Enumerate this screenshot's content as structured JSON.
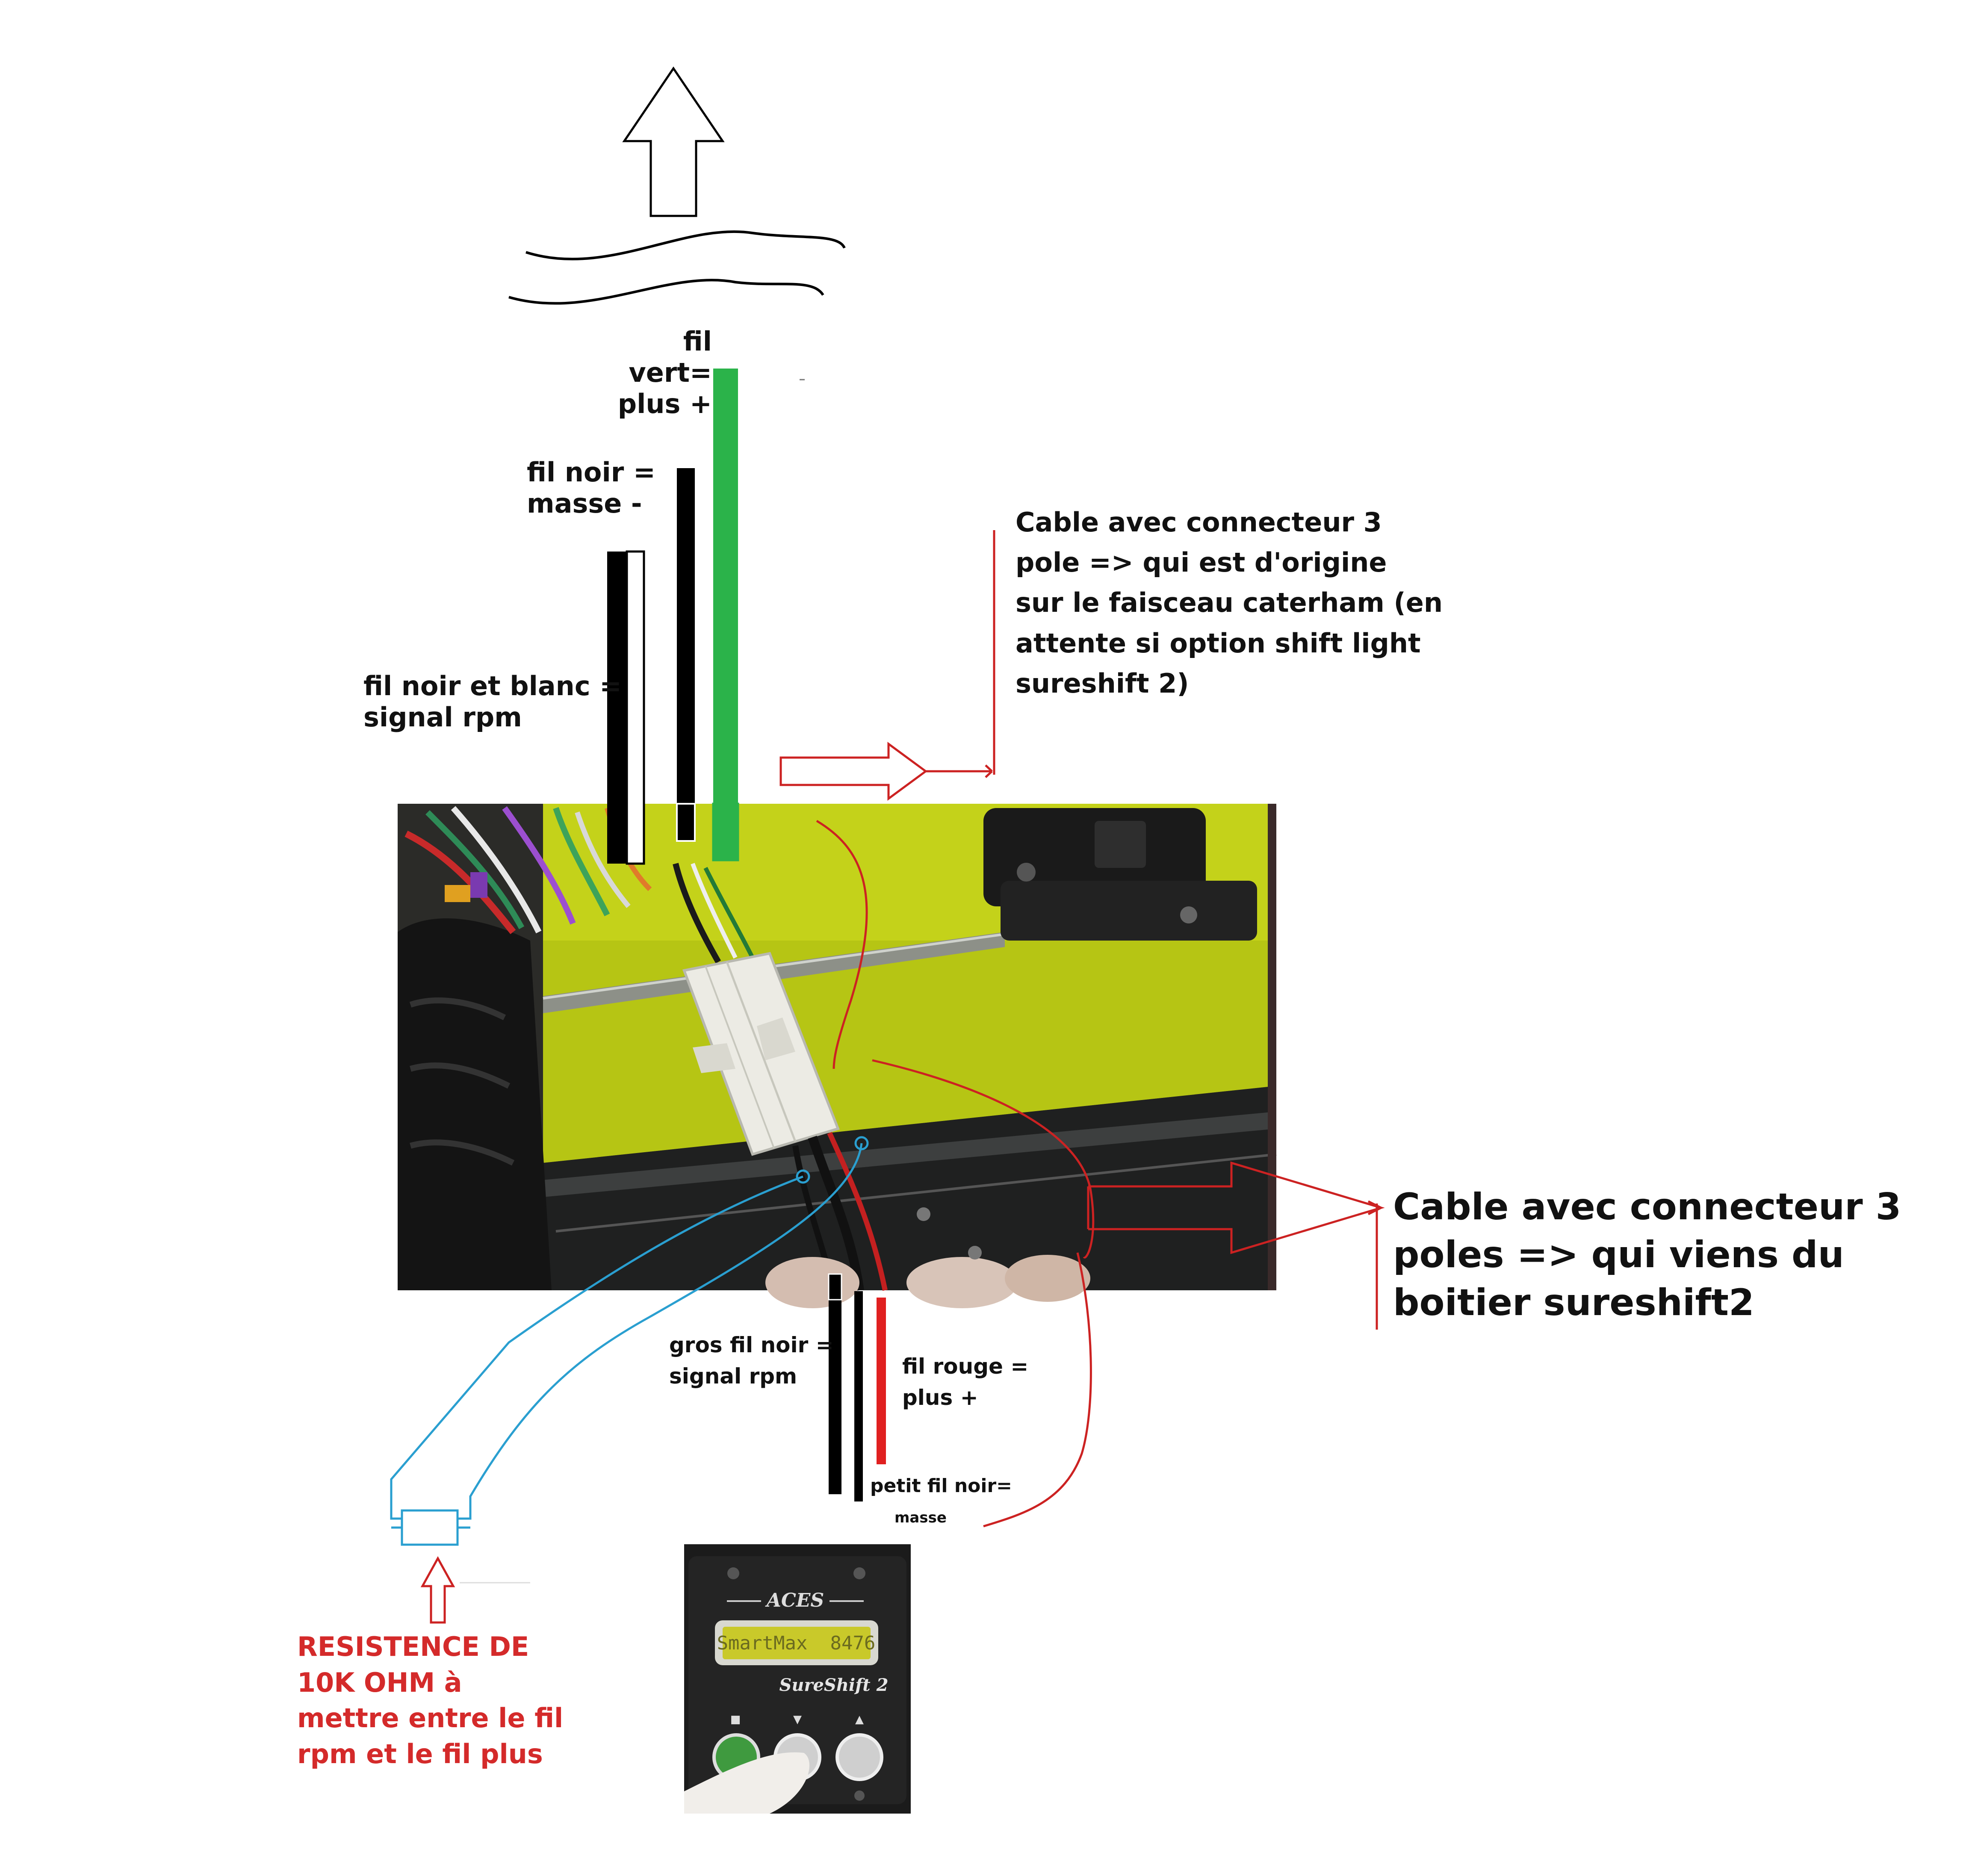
{
  "labels": {
    "green_wire": "fil vert=\nplus +",
    "black_wire": "fil noir =\nmasse -",
    "black_white_wire": "fil noir et blanc =\nsignal rpm",
    "origin_cable": "Cable avec connecteur 3\npole => qui est d'origine\nsur le faisceau caterham (en\nattente si option shift light\nsureshift 2)",
    "sureshift_cable": "Cable avec connecteur 3\npoles => qui viens du\nboitier sureshift2",
    "thick_black_wire": "gros fil noir =\nsignal rpm",
    "red_wire": "fil rouge =\n plus +",
    "thin_black_wire_1": "petit fil noir=",
    "thin_black_wire_2": "masse",
    "resistor_note": "RESISTENCE DE\n10K OHM à\nmettre entre le fil\nrpm et le fil plus"
  },
  "device": {
    "brand": "ACES",
    "lcd_text": "SmartMax  8476",
    "model": "SureShift 2",
    "button_symbols": [
      "■",
      "▼",
      "▲"
    ]
  },
  "colors": {
    "green_wire": "#2bb34a",
    "black_wire": "#000000",
    "red_wire": "#e02020",
    "annotation_red": "#cc2222",
    "resistor_blue": "#2a9fd0",
    "photo_panel": "#c8d600"
  }
}
